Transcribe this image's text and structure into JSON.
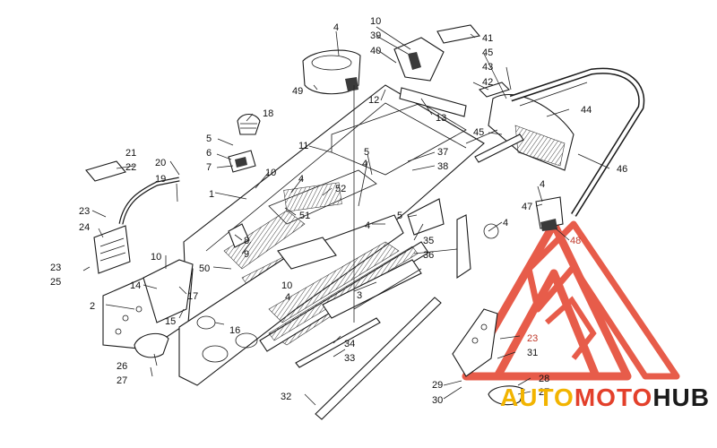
{
  "diagram": {
    "callouts": [
      {
        "id": "c1",
        "label": "1"
      },
      {
        "id": "c2",
        "label": "2"
      },
      {
        "id": "c3",
        "label": "3"
      },
      {
        "id": "c4a",
        "label": "4"
      },
      {
        "id": "c4b",
        "label": "4"
      },
      {
        "id": "c4c",
        "label": "4"
      },
      {
        "id": "c4d",
        "label": "4"
      },
      {
        "id": "c4e",
        "label": "4"
      },
      {
        "id": "c4f",
        "label": "4"
      },
      {
        "id": "c4g",
        "label": "4"
      },
      {
        "id": "c5a",
        "label": "5"
      },
      {
        "id": "c5b",
        "label": "5"
      },
      {
        "id": "c5c",
        "label": "5"
      },
      {
        "id": "c6",
        "label": "6"
      },
      {
        "id": "c7",
        "label": "7"
      },
      {
        "id": "c8",
        "label": "8"
      },
      {
        "id": "c9",
        "label": "9"
      },
      {
        "id": "c10a",
        "label": "10"
      },
      {
        "id": "c10b",
        "label": "10"
      },
      {
        "id": "c10c",
        "label": "10"
      },
      {
        "id": "c10d",
        "label": "10"
      },
      {
        "id": "c11",
        "label": "11"
      },
      {
        "id": "c12",
        "label": "12"
      },
      {
        "id": "c13",
        "label": "13"
      },
      {
        "id": "c14",
        "label": "14"
      },
      {
        "id": "c15",
        "label": "15"
      },
      {
        "id": "c16",
        "label": "16"
      },
      {
        "id": "c17",
        "label": "17"
      },
      {
        "id": "c18",
        "label": "18"
      },
      {
        "id": "c19",
        "label": "19"
      },
      {
        "id": "c20",
        "label": "20"
      },
      {
        "id": "c21",
        "label": "21"
      },
      {
        "id": "c22",
        "label": "22"
      },
      {
        "id": "c23a",
        "label": "23"
      },
      {
        "id": "c23b",
        "label": "23"
      },
      {
        "id": "c23c",
        "label": "23"
      },
      {
        "id": "c24",
        "label": "24"
      },
      {
        "id": "c25",
        "label": "25"
      },
      {
        "id": "c26",
        "label": "26"
      },
      {
        "id": "c27a",
        "label": "27"
      },
      {
        "id": "c27b",
        "label": "27"
      },
      {
        "id": "c28",
        "label": "28"
      },
      {
        "id": "c29",
        "label": "29"
      },
      {
        "id": "c30",
        "label": "30"
      },
      {
        "id": "c31",
        "label": "31"
      },
      {
        "id": "c32",
        "label": "32"
      },
      {
        "id": "c33",
        "label": "33"
      },
      {
        "id": "c34",
        "label": "34"
      },
      {
        "id": "c35",
        "label": "35"
      },
      {
        "id": "c36",
        "label": "36"
      },
      {
        "id": "c37",
        "label": "37"
      },
      {
        "id": "c38",
        "label": "38"
      },
      {
        "id": "c39",
        "label": "39"
      },
      {
        "id": "c40",
        "label": "40"
      },
      {
        "id": "c41",
        "label": "41"
      },
      {
        "id": "c42",
        "label": "42"
      },
      {
        "id": "c43",
        "label": "43"
      },
      {
        "id": "c44",
        "label": "44"
      },
      {
        "id": "c45a",
        "label": "45"
      },
      {
        "id": "c45b",
        "label": "45"
      },
      {
        "id": "c46",
        "label": "46"
      },
      {
        "id": "c47",
        "label": "47"
      },
      {
        "id": "c48",
        "label": "48"
      },
      {
        "id": "c49",
        "label": "49"
      },
      {
        "id": "c50",
        "label": "50"
      },
      {
        "id": "c51",
        "label": "51"
      },
      {
        "id": "c52",
        "label": "52"
      }
    ]
  },
  "watermark": {
    "part1": "AUTO",
    "part2": "MOTO",
    "part3": "HUB",
    "colors": {
      "auto": "#f2b400",
      "moto": "#e3402b",
      "hub": "#1b1b1b",
      "logo": "#e3402b"
    }
  }
}
